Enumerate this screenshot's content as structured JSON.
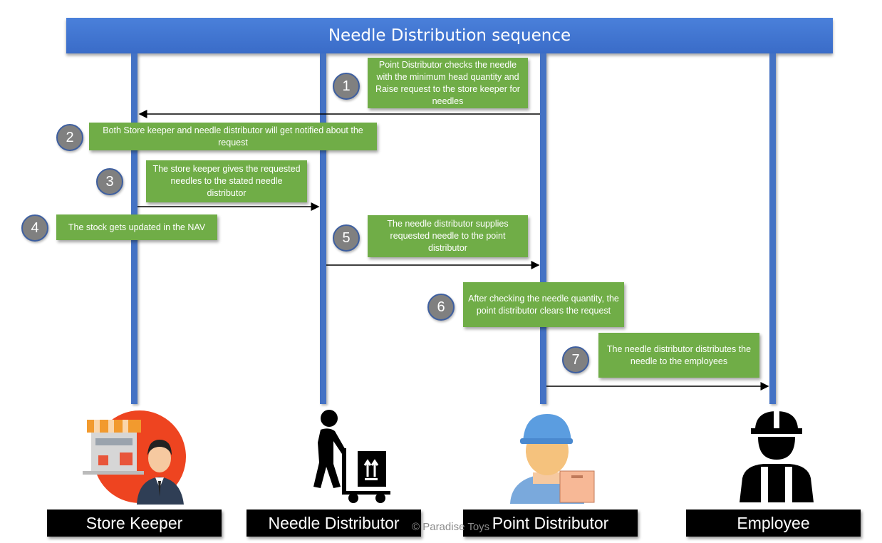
{
  "title": "Needle Distribution sequence",
  "actors": [
    {
      "label": "Store Keeper",
      "icon": "store-keeper-icon"
    },
    {
      "label": "Needle Distributor",
      "icon": "hand-truck-worker-icon"
    },
    {
      "label": "Point Distributor",
      "icon": "delivery-man-icon"
    },
    {
      "label": "Employee",
      "icon": "hard-hat-worker-icon"
    }
  ],
  "steps": [
    {
      "number": "1",
      "text": "Point Distributor checks the needle with the minimum head quantity and Raise request to the store keeper for needles"
    },
    {
      "number": "2",
      "text": "Both Store keeper and needle distributor will get notified about the request"
    },
    {
      "number": "3",
      "text": "The store keeper gives the requested needles to the stated needle distributor"
    },
    {
      "number": "4",
      "text": "The stock gets updated in the NAV"
    },
    {
      "number": "5",
      "text": "The needle distributor supplies requested needle to the point distributor"
    },
    {
      "number": "6",
      "text": "After checking the needle quantity, the point distributor clears the request"
    },
    {
      "number": "7",
      "text": "The needle distributor distributes the needle to the employees"
    }
  ],
  "watermark": "© Paradise Toys",
  "colors": {
    "title_bar": "#4472c4",
    "lifeline": "#4472c4",
    "note": "#70ad47",
    "badge": "#808080",
    "label_bg": "#000000"
  }
}
